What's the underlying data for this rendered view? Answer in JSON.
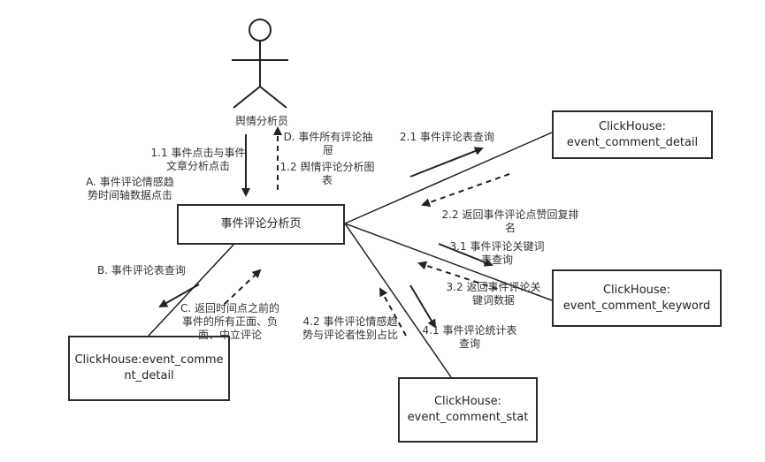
{
  "actor": {
    "name": "舆情分析员"
  },
  "boxes": {
    "analysis_page": "事件评论分析页",
    "detail_top": "ClickHouse:\nevent_comment_detail",
    "keyword": "ClickHouse:\nevent_comment_keyword",
    "stat": "ClickHouse:\nevent_comment_stat",
    "detail_left": "ClickHouse:event_comme\nnt_detail"
  },
  "labels": {
    "l1_1": "1.1 事件点击与事件\n文章分析点击",
    "lA": "A. 事件评论情感趋\n势时间轴数据点击",
    "lD": "D. 事件所有评论抽\n屉",
    "l1_2": "1.2 舆情评论分析图\n表",
    "l2_1": "2.1 事件评论表查询",
    "l2_2": "2.2 返回事件评论点赞回复排\n名",
    "l3_1": "3.1 事件评论关键词\n表查询",
    "l3_2": "3.2 返回事件评论关\n键词数据",
    "l4_1": "4.1 事件评论统计表\n查询",
    "l4_2": "4.2 事件评论情感趋\n势与评论者性别占比",
    "lB": "B. 事件评论表查询",
    "lC": "C. 返回时间点之前的\n事件的所有正面、负\n面、中立评论"
  }
}
